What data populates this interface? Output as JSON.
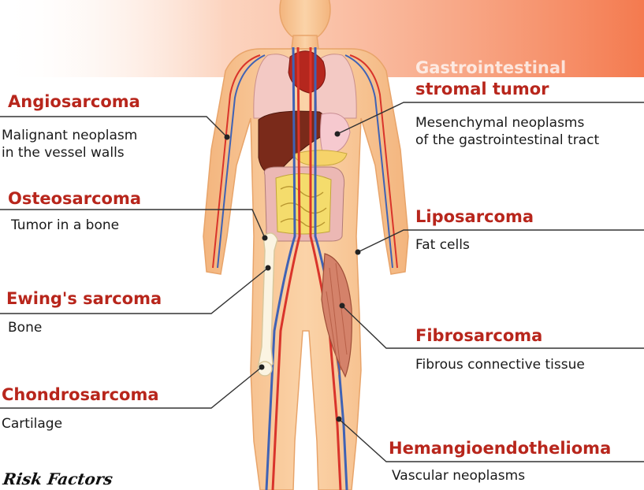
{
  "labels": {
    "angiosarcoma": {
      "title": "Angiosarcoma",
      "desc_line1": "Malignant neoplasm",
      "desc_line2": "in the vessel walls"
    },
    "osteosarcoma": {
      "title": "Osteosarcoma",
      "desc": "Tumor in a bone"
    },
    "ewings": {
      "title": "Ewing's sarcoma",
      "desc": "Bone"
    },
    "chondrosarcoma": {
      "title": "Chondrosarcoma",
      "desc": "Cartilage"
    },
    "gist": {
      "title_line1": "Gastrointestinal",
      "title_line2": "stromal tumor",
      "desc_line1": "Mesenchymal neoplasms",
      "desc_line2": "of the gastrointestinal tract"
    },
    "liposarcoma": {
      "title": "Liposarcoma",
      "desc": "Fat cells"
    },
    "fibrosarcoma": {
      "title": "Fibrosarcoma",
      "desc": "Fibrous connective tissue"
    },
    "hemangioendothelioma": {
      "title": "Hemangioendothelioma",
      "desc": "Vascular neoplasms"
    }
  },
  "footer": {
    "heading": "Risk Factors"
  },
  "colors": {
    "title_red": "#b8261c",
    "banner": "#f4835a",
    "skin": "#f7c99a",
    "artery": "#d9342b",
    "vein": "#3f62b5"
  }
}
